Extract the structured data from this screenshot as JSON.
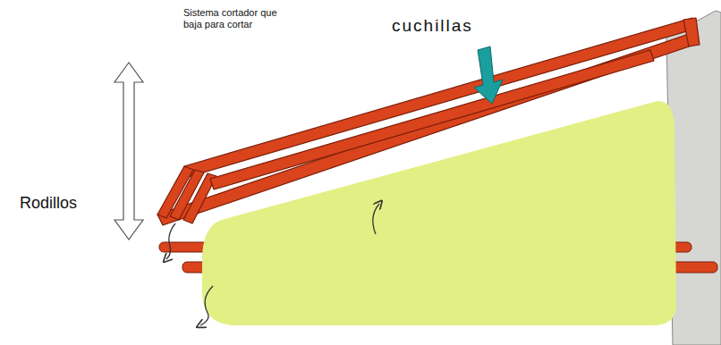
{
  "diagram": {
    "labels": [
      "Sistema cortador que baja para cortar",
      "cuchillas",
      "Rodillos"
    ]
  }
}
